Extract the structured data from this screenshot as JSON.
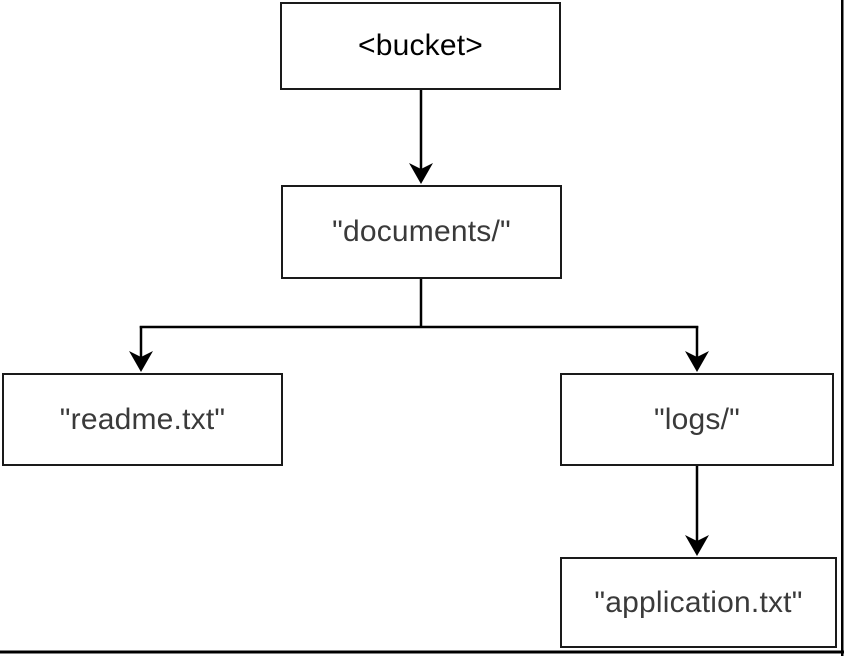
{
  "diagram": {
    "type": "tree",
    "description": "Bucket prefix hierarchy diagram",
    "nodes": {
      "bucket": {
        "label": "<bucket>"
      },
      "documents": {
        "label": "\"documents/\""
      },
      "readme": {
        "label": "\"readme.txt\""
      },
      "logs": {
        "label": "\"logs/\""
      },
      "application": {
        "label": "\"application.txt\""
      }
    },
    "edges": [
      {
        "from": "bucket",
        "to": "documents"
      },
      {
        "from": "documents",
        "to": "readme"
      },
      {
        "from": "documents",
        "to": "logs"
      },
      {
        "from": "logs",
        "to": "application"
      }
    ],
    "colors": {
      "background": "#ffffff",
      "box_border": "#1a1a1a",
      "bucket_text": "#000000",
      "node_text": "#3a3a3a",
      "line": "#000000"
    }
  }
}
